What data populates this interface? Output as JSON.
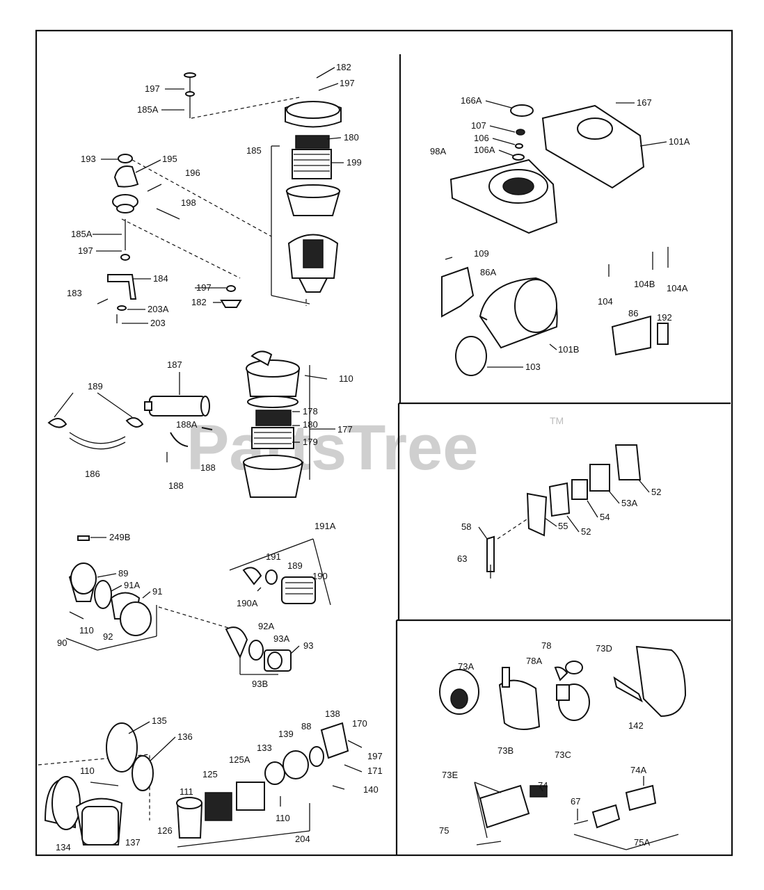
{
  "watermark": {
    "text": "PartsTree",
    "trademark": "TM"
  },
  "labels": {
    "l197a": "197",
    "l185a_top": "185A",
    "l182a": "182",
    "l197b": "197",
    "l185": "185",
    "l180a": "180",
    "l199": "199",
    "l193": "193",
    "l195": "195",
    "l196": "196",
    "l198": "198",
    "l185a_mid": "185A",
    "l197c": "197",
    "l184": "184",
    "l183": "183",
    "l197d": "197",
    "l182b": "182",
    "l203a": "203A",
    "l203": "203",
    "l187": "187",
    "l110a": "110",
    "l189a": "189",
    "l178": "178",
    "l188a": "188A",
    "l180b": "180",
    "l177": "177",
    "l179": "179",
    "l188b": "188",
    "l188c": "188",
    "l186": "186",
    "l249b": "249B",
    "l89": "89",
    "l91a": "91A",
    "l91": "91",
    "l110b": "110",
    "l92": "92",
    "l90": "90",
    "l191a": "191A",
    "l191": "191",
    "l189b": "189",
    "l190": "190",
    "l190a": "190A",
    "l92a": "92A",
    "l93a": "93A",
    "l93": "93",
    "l93b": "93B",
    "l135": "135",
    "l136": "136",
    "l138": "138",
    "l170": "170",
    "l88": "88",
    "l139": "139",
    "l133": "133",
    "l125a": "125A",
    "l197e": "197",
    "l171": "171",
    "l110c": "110",
    "l125": "125",
    "l111": "111",
    "l140": "140",
    "l110d": "110",
    "l126": "126",
    "l134": "134",
    "l137": "137",
    "l204": "204",
    "l166a": "166A",
    "l167": "167",
    "l107": "107",
    "l106": "106",
    "l106a": "106A",
    "l98a": "98A",
    "l101a": "101A",
    "l109": "109",
    "l86a": "86A",
    "l104b": "104B",
    "l104a": "104A",
    "l104": "104",
    "l86": "86",
    "l192": "192",
    "l101b": "101B",
    "l103": "103",
    "l52a": "52",
    "l53a": "53A",
    "l54": "54",
    "l52b": "52",
    "l58": "58",
    "l55": "55",
    "l63": "63",
    "l78": "78",
    "l78a": "78A",
    "l73d": "73D",
    "l73a": "73A",
    "l142": "142",
    "l73b": "73B",
    "l73c": "73C",
    "l73e": "73E",
    "l74": "74",
    "l74a": "74A",
    "l67": "67",
    "l75": "75",
    "l75a": "75A"
  }
}
